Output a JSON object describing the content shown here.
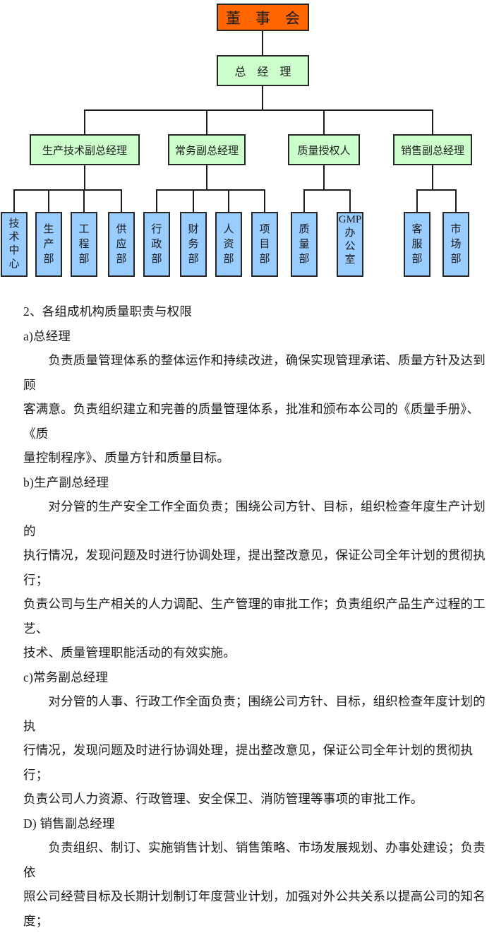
{
  "org_chart": {
    "colors": {
      "root_bg": "#ff6600",
      "exec_bg": "#ccffcc",
      "dept_bg": "#99ccff",
      "line": "#1c1c1c"
    },
    "root": {
      "label": "董　事　会"
    },
    "general_manager": {
      "label": "总　经　理"
    },
    "executives": [
      {
        "label": "生产技术副总经理"
      },
      {
        "label": "常务副总经理"
      },
      {
        "label": "质量授权人"
      },
      {
        "label": "销售副总经理"
      }
    ],
    "departments": [
      {
        "label": "技术中心",
        "chars": [
          "技",
          "术",
          "中",
          "心"
        ]
      },
      {
        "label": "生产部",
        "chars": [
          "生",
          "产",
          "部"
        ]
      },
      {
        "label": "工程部",
        "chars": [
          "工",
          "程",
          "部"
        ]
      },
      {
        "label": "供应部",
        "chars": [
          "供",
          "应",
          "部"
        ]
      },
      {
        "label": "行政部",
        "chars": [
          "行",
          "政",
          "部"
        ]
      },
      {
        "label": "财务部",
        "chars": [
          "财",
          "务",
          "部"
        ]
      },
      {
        "label": "人资部",
        "chars": [
          "人",
          "资",
          "部"
        ]
      },
      {
        "label": "项目部",
        "chars": [
          "项",
          "目",
          "部"
        ]
      },
      {
        "label": "质量部",
        "chars": [
          "质",
          "量",
          "部"
        ]
      },
      {
        "label": "GMP办公室",
        "chars": [
          "GMP",
          "办",
          "公",
          "室"
        ]
      },
      {
        "label": "客服部",
        "chars": [
          "客",
          "服",
          "部"
        ]
      },
      {
        "label": "市场部",
        "chars": [
          "市",
          "场",
          "部"
        ]
      }
    ]
  },
  "document": {
    "lines": [
      "2、各组成机构质量职责与权限",
      "a)总经理",
      "　　负责质量管理体系的整体运作和持续改进，确保实现管理承诺、质量方针及达到顾",
      "客满意。负责组织建立和完善的质量管理体系，批准和颁布本公司的《质量手册》、《质",
      "量控制程序》、质量方针和质量目标。",
      "b)生产副总经理",
      "　　对分管的生产安全工作全面负责；围绕公司方针、目标，组织检查年度生产计划的",
      "执行情况，发现问题及时进行协调处理，提出整改意见，保证公司全年计划的贯彻执行；",
      "负责公司与生产相关的人力调配、生产管理的审批工作；负责组织产品生产过程的工艺、",
      "技术、质量管理职能活动的有效实施。",
      "c)常务副总经理",
      "　　对分管的人事、行政工作全面负责；围绕公司方针、目标，组织检查年度计划的执",
      "行情况，发现问题及时进行协调处理，提出整改意见，保证公司全年计划的贯彻执行；",
      "负责公司人力资源、行政管理、安全保卫、消防管理等事项的审批工作。",
      "D) 销售副总经理",
      "　　负责组织、制订、实施销售计划、销售策略、市场发展规划、办事处建设；负责依",
      "照公司经营目标及长期计划制订年度营业计划，加强对外公共关系以提高公司的知名度；"
    ]
  }
}
